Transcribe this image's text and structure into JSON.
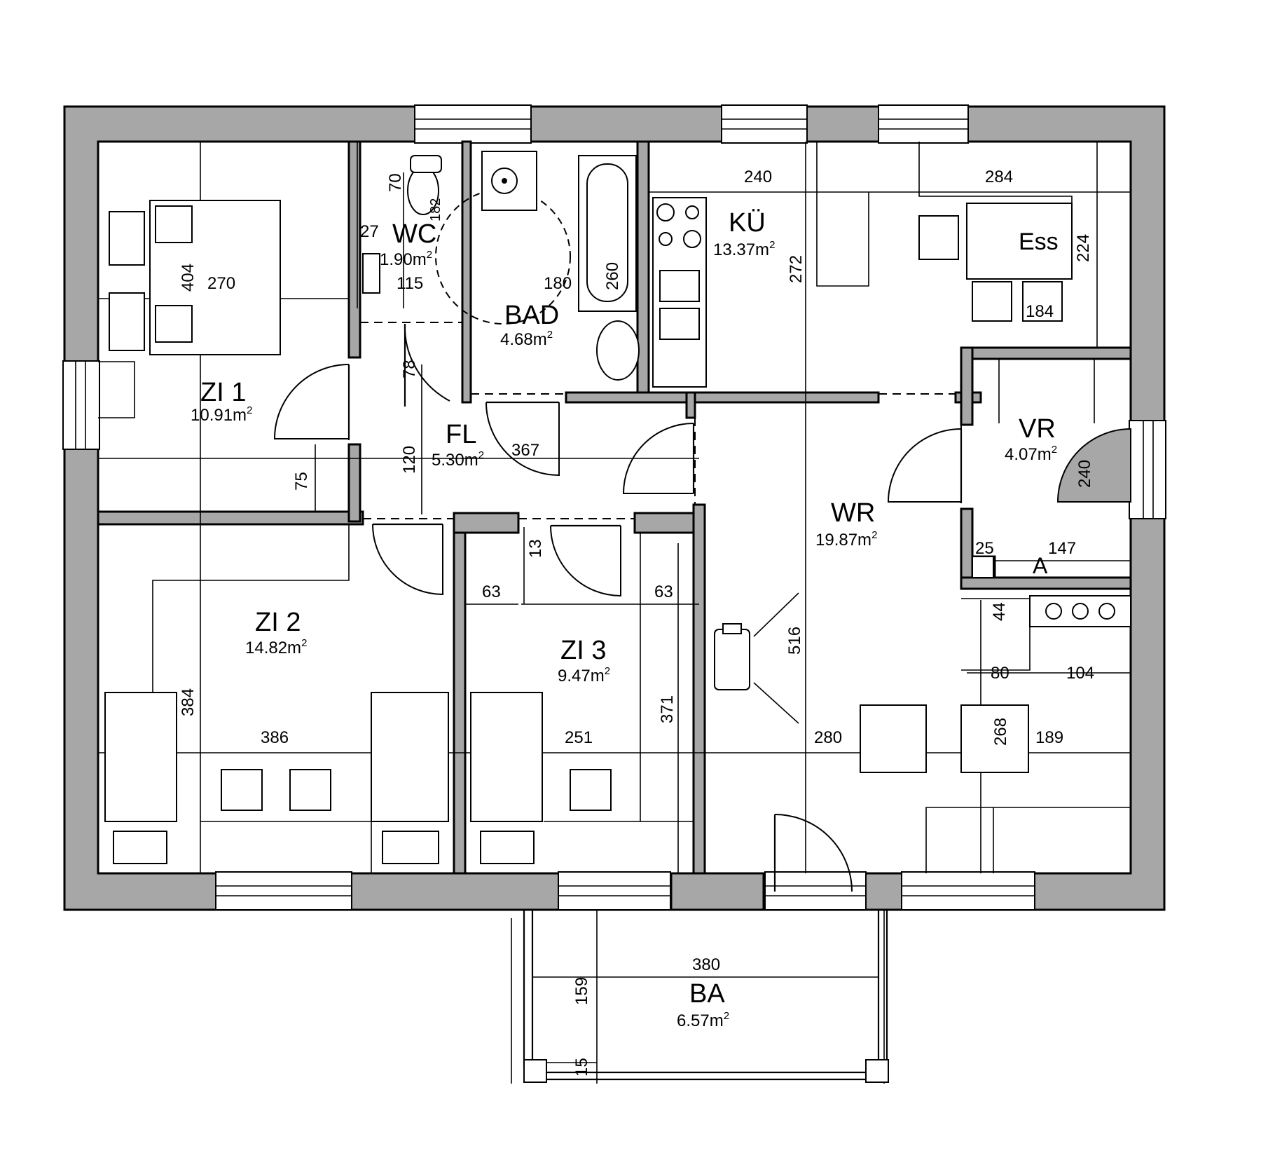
{
  "rooms": [
    {
      "id": "zi1",
      "name": "ZI 1",
      "area": "10.91m",
      "exp": "2"
    },
    {
      "id": "wc",
      "name": "WC",
      "area": "1.90m",
      "exp": "2"
    },
    {
      "id": "bad",
      "name": "BAD",
      "area": "4.68m",
      "exp": "2"
    },
    {
      "id": "kue",
      "name": "KÜ",
      "area": "13.37m",
      "exp": "2"
    },
    {
      "id": "fl",
      "name": "FL",
      "area": "5.30m",
      "exp": "2"
    },
    {
      "id": "vr",
      "name": "VR",
      "area": "4.07m",
      "exp": "2"
    },
    {
      "id": "wr",
      "name": "WR",
      "area": "19.87m",
      "exp": "2"
    },
    {
      "id": "zi2",
      "name": "ZI 2",
      "area": "14.82m",
      "exp": "2"
    },
    {
      "id": "zi3",
      "name": "ZI 3",
      "area": "9.47m",
      "exp": "2"
    },
    {
      "id": "ba",
      "name": "BA",
      "area": "6.57m",
      "exp": "2"
    }
  ],
  "annotations": {
    "ess": "Ess",
    "a": "A"
  },
  "dimensions": [
    "240",
    "284",
    "404",
    "270",
    "70",
    "27",
    "182",
    "115",
    "180",
    "260",
    "272",
    "224",
    "184",
    "78",
    "120",
    "367",
    "75",
    "13",
    "63",
    "63",
    "516",
    "371",
    "384",
    "386",
    "251",
    "280",
    "268",
    "189",
    "80",
    "104",
    "44",
    "25",
    "147",
    "240",
    "380",
    "159",
    "15"
  ]
}
